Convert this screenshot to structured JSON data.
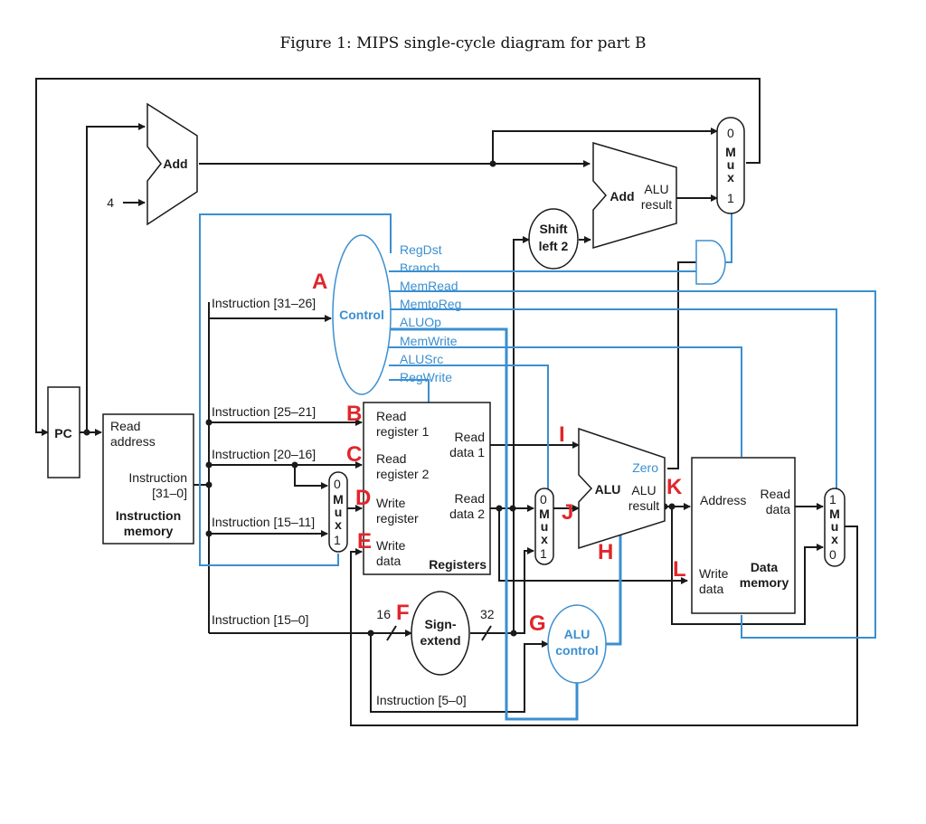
{
  "figure": {
    "caption": "Figure 1: MIPS single-cycle diagram for part B"
  },
  "components": {
    "pc": "PC",
    "add_top": "Add",
    "four": "4",
    "add_branch": "Add",
    "alu_result_small": "ALU",
    "alu_result_small2": "result",
    "shift_left": [
      "Shift",
      "left 2"
    ],
    "control": "Control",
    "instruction_memory": {
      "read_address": [
        "Read",
        "address"
      ],
      "instruction": [
        "Instruction",
        "[31–0]"
      ],
      "title": [
        "Instruction",
        "memory"
      ]
    },
    "registers": {
      "read_register_1": [
        "Read",
        "register 1"
      ],
      "read_register_2": [
        "Read",
        "register 2"
      ],
      "write_register": [
        "Write",
        "register"
      ],
      "write_data": [
        "Write",
        "data"
      ],
      "read_data_1": [
        "Read",
        "data 1"
      ],
      "read_data_2": [
        "Read",
        "data 2"
      ],
      "title": "Registers"
    },
    "alu": {
      "name": "ALU",
      "result": [
        "ALU",
        "result"
      ],
      "zero": "Zero"
    },
    "data_memory": {
      "address": "Address",
      "read_data": [
        "Read",
        "data"
      ],
      "write_data": [
        "Write",
        "data"
      ],
      "title": [
        "Data",
        "memory"
      ]
    },
    "sign_extend": [
      "Sign-",
      "extend"
    ],
    "alu_control": [
      "ALU",
      "control"
    ],
    "mux_letters": [
      "M",
      "u",
      "x"
    ],
    "mux_zero": "0",
    "mux_one": "1",
    "sixteen": "16",
    "thirtytwo": "32"
  },
  "control_signals": [
    "RegDst",
    "Branch",
    "MemRead",
    "MemtoReg",
    "ALUOp",
    "MemWrite",
    "ALUSrc",
    "RegWrite"
  ],
  "instruction_fields": {
    "f31_26": "Instruction [31–26]",
    "f25_21": "Instruction [25–21]",
    "f20_16": "Instruction [20–16]",
    "f15_11": "Instruction [15–11]",
    "f15_0": "Instruction [15–0]",
    "f5_0": "Instruction [5–0]"
  },
  "point_labels": [
    "A",
    "B",
    "C",
    "D",
    "E",
    "F",
    "G",
    "H",
    "I",
    "J",
    "K",
    "L"
  ],
  "colors": {
    "wire": "#1a1a1a",
    "control": "#3b8fd0",
    "label": "#e0262b"
  }
}
